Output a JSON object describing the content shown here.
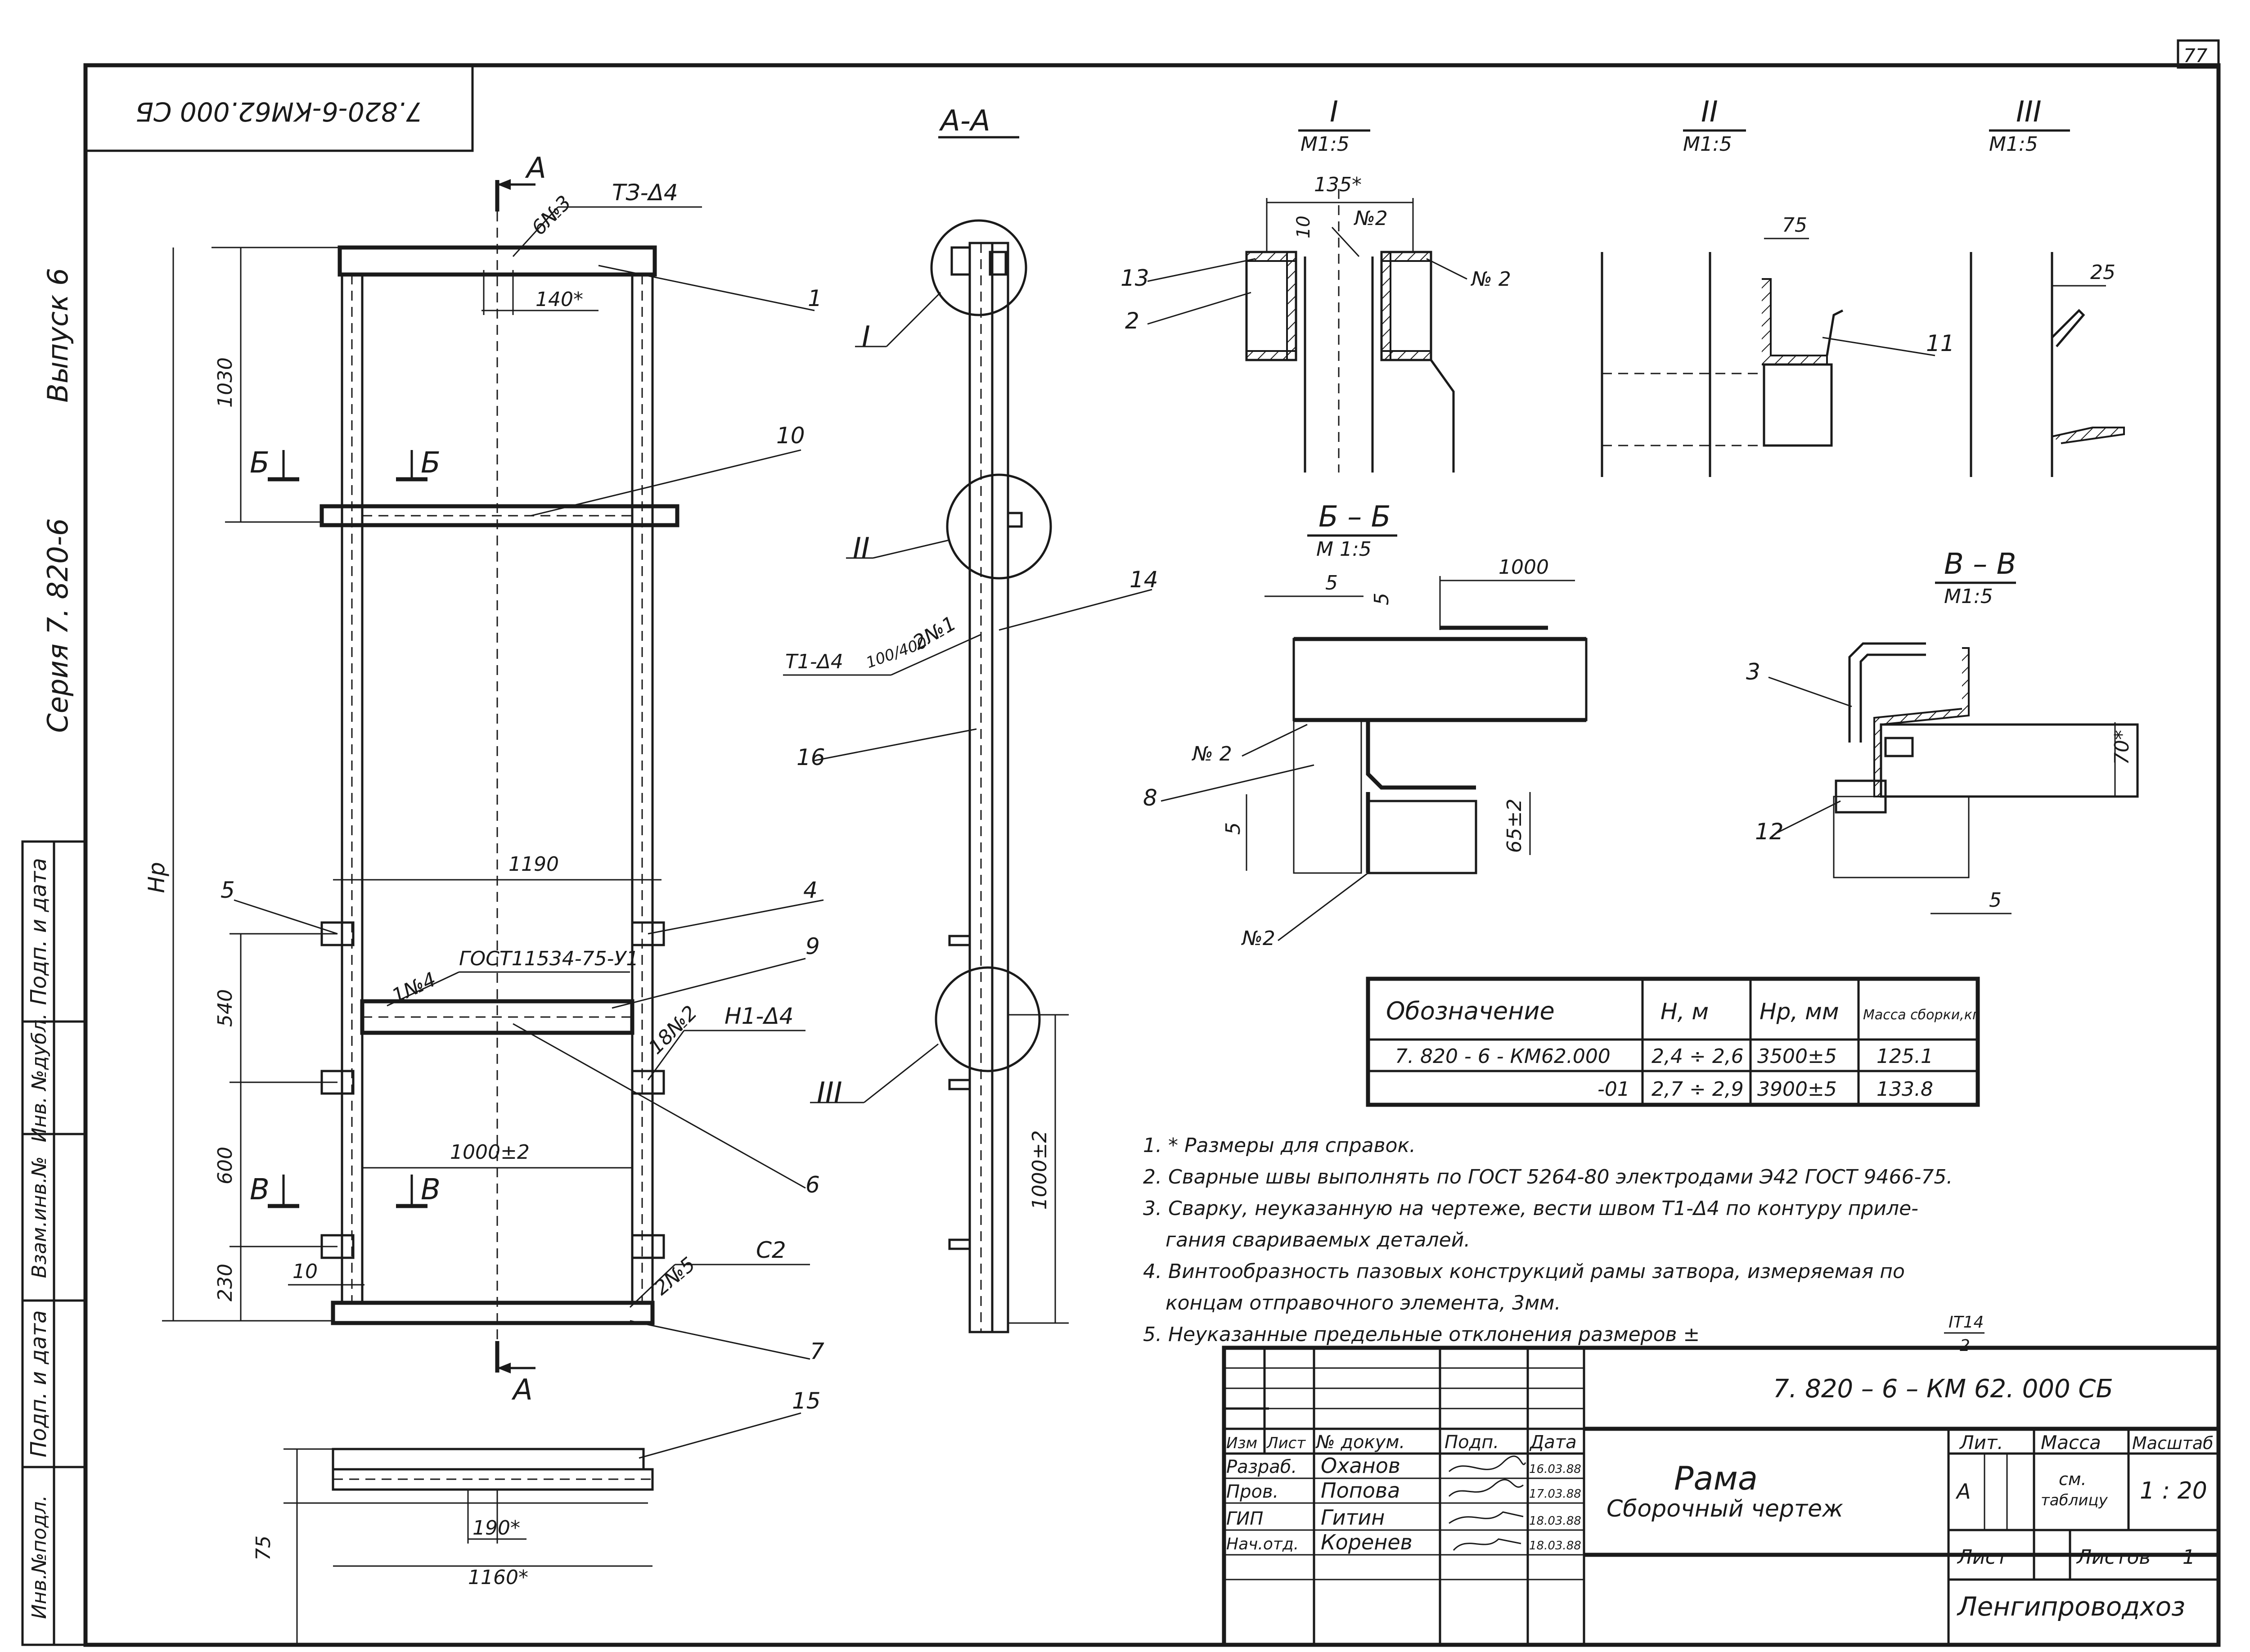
{
  "sheet": {
    "page_number": "77",
    "doc_code_rotated": "7.820-6-КМ62.000 СБ",
    "series": "Серия 7. 820-6",
    "issue": "Выпуск 6"
  },
  "side_stamp": [
    "Подп. и дата",
    "Инв. №дубл.",
    "Взам.инв.№",
    "Подп. и дата",
    "Инв.№подл."
  ],
  "main_view": {
    "section_mark_top": "А",
    "section_mark_bottom": "А",
    "weld_top": "ТЗ-Δ4",
    "weld_top_count": "6№3",
    "dim_140": "140*",
    "dim_1030": "1030",
    "dim_hr": "Нр",
    "dim_1190": "1190",
    "dim_540": "540",
    "dim_600": "600",
    "dim_230": "230",
    "dim_10": "10",
    "dim_1000": "1000±2",
    "gost_label": "ГОСТ11534-75-У1",
    "gost_count": "1№4",
    "weld_h1": "Н1-Δ4",
    "weld_h1_count": "18№2",
    "weld_c2": "С2",
    "weld_c2_count": "2№5",
    "mark_b": "Б",
    "mark_v": "В",
    "positions": [
      "1",
      "10",
      "5",
      "4",
      "9",
      "6",
      "7"
    ]
  },
  "plan_view": {
    "dim_75": "75",
    "dim_190": "190*",
    "dim_1160": "1160*",
    "position": "15"
  },
  "section_aa": {
    "title": "А-А",
    "callouts": [
      "I",
      "II",
      "III"
    ],
    "weld_t1": "Т1-Δ4",
    "weld_t1_pitch": "100/400",
    "weld_t1_count": "2№1",
    "positions": [
      "14",
      "16"
    ],
    "dim_1000": "1000±2"
  },
  "detail_1": {
    "title": "I",
    "scale": "М1:5",
    "dim_135": "135*",
    "dim_10": "10",
    "weld_n2a": "№2",
    "weld_n2b": "№ 2",
    "positions": [
      "13",
      "2"
    ]
  },
  "detail_2": {
    "title": "II",
    "scale": "М1:5",
    "dim_75": "75",
    "position": "11"
  },
  "detail_3": {
    "title": "III",
    "scale": "М1:5",
    "dim_25": "25"
  },
  "section_bb": {
    "title": "Б – Б",
    "scale": "М 1:5",
    "dim_5a": "5",
    "dim_5b": "5",
    "dim_1000": "1000",
    "dim_5c": "5",
    "dim_65": "65±2",
    "weld_n2a": "№ 2",
    "weld_n2b": "№2",
    "position": "8"
  },
  "section_vv": {
    "title": "В – В",
    "scale": "М1:5",
    "dim_70": "70*",
    "dim_5": "5",
    "positions": [
      "3",
      "12"
    ]
  },
  "spec_table": {
    "headers": [
      "Обозначение",
      "Н, м",
      "Нр, мм",
      "Масса сборки,кг"
    ],
    "rows": [
      [
        "7. 820 - 6 - КМ62.000",
        "2,4 ÷ 2,6",
        "3500±5",
        "125.1"
      ],
      [
        "-01",
        "2,7 ÷ 2,9",
        "3900±5",
        "133.8"
      ]
    ]
  },
  "notes": [
    "1. * Размеры для справок.",
    "2. Сварные швы выполнять по ГОСТ 5264-80 электродами Э42 ГОСТ 9466-75.",
    "3. Сварку, неуказанную на чертеже, вести швом Т1-Δ4 по контуру приле-",
    "гания свариваемых деталей.",
    "4. Винтообразность пазовых конструкций рамы затвора, измеряемая по",
    "концам отправочного элемента, 3мм.",
    "5. Неуказанные предельные отклонения размеров ±"
  ],
  "tolerance": {
    "numerator": "IT14",
    "denominator": "2"
  },
  "title_block": {
    "doc_code": "7. 820 – 6 – КМ 62. 000 СБ",
    "name_line1": "Рама",
    "name_line2": "Сборочный чертеж",
    "col_headers": [
      "Изм",
      "Лист",
      "№ докум.",
      "Подп.",
      "Дата"
    ],
    "signers": [
      {
        "role": "Разраб.",
        "name": "Оханов",
        "date": "16.03.88"
      },
      {
        "role": "Пров.",
        "name": "Попова",
        "date": "17.03.88"
      },
      {
        "role": "ГИП",
        "name": "Гитин",
        "date": "18.03.88"
      },
      {
        "role": "Нач.отд.",
        "name": "Коренев",
        "date": "18.03.88"
      }
    ],
    "lit_header": "Лит.",
    "mass_header": "Масса",
    "scale_header": "Масштаб",
    "lit_value": "А",
    "mass_value_1": "см.",
    "mass_value_2": "таблицу",
    "scale_value": "1 : 20",
    "sheet_label": "Лист",
    "sheets_label": "Листов",
    "sheets_value": "1",
    "org": "Ленгипроводхоз"
  },
  "colors": {
    "ink": "#1a1a1a",
    "paper": "#ffffff"
  }
}
